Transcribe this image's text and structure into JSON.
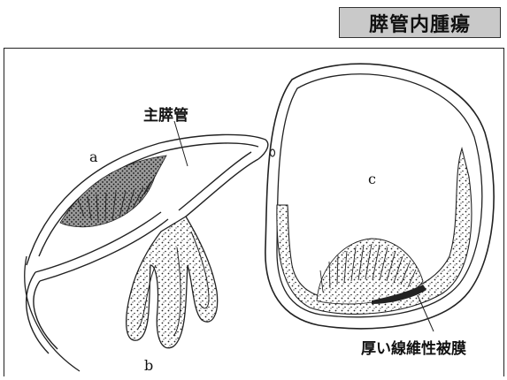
{
  "title": "膵管内腫瘍",
  "labels": {
    "main_duct": "主膵管",
    "a": "a",
    "b": "b",
    "c": "c",
    "fibrous_capsule": "厚い線維性被膜"
  },
  "colors": {
    "title_background": "#c9c9c9",
    "lesion_fill": "#9a9a9a",
    "line": "#222222"
  }
}
